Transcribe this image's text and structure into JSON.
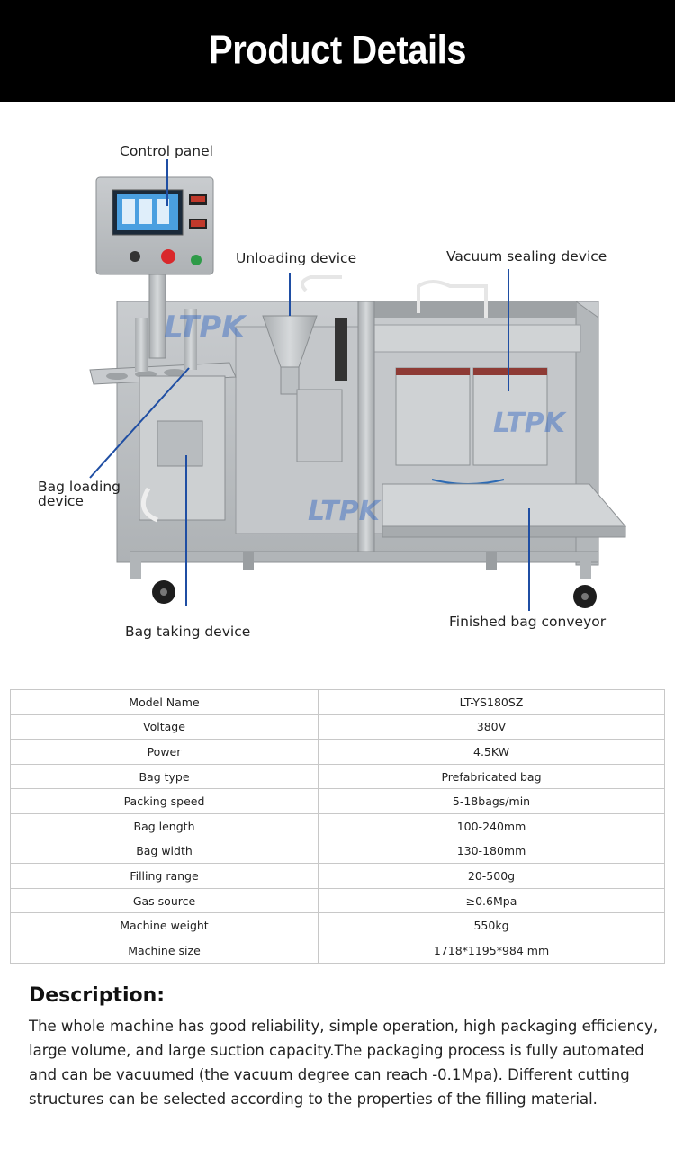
{
  "header": {
    "title": "Product Details"
  },
  "diagram": {
    "watermark": "LTPK",
    "labels": {
      "control_panel": "Control panel",
      "unloading_device": "Unloading device",
      "vacuum_sealing_device": "Vacuum sealing device",
      "bag_loading_device": "Bag loading\ndevice",
      "bag_taking_device": "Bag taking device",
      "finished_bag_conveyor": "Finished bag conveyor"
    },
    "colors": {
      "leader_line": "#1f4ea3",
      "steel": "#bfc3c6",
      "screen": "#4a9fe0",
      "estop": "#d9282b",
      "start": "#2e9b48"
    }
  },
  "specs": {
    "rows": [
      {
        "name": "Model Name",
        "value": "LT-YS180SZ"
      },
      {
        "name": "Voltage",
        "value": "380V"
      },
      {
        "name": "Power",
        "value": "4.5KW"
      },
      {
        "name": "Bag type",
        "value": "Prefabricated bag"
      },
      {
        "name": "Packing speed",
        "value": "5-18bags/min"
      },
      {
        "name": "Bag length",
        "value": "100-240mm"
      },
      {
        "name": "Bag width",
        "value": "130-180mm"
      },
      {
        "name": "Filling range",
        "value": "20-500g"
      },
      {
        "name": "Gas source",
        "value": "≥0.6Mpa"
      },
      {
        "name": "Machine weight",
        "value": "550kg"
      },
      {
        "name": "Machine size",
        "value": "1718*1195*984 mm"
      }
    ]
  },
  "description": {
    "heading": "Description:",
    "body": "The whole machine has good reliability, simple operation, high packaging efficiency, large volume, and large suction capacity.The packaging process is fully automated and can be vacuumed (the vacuum degree can reach -0.1Mpa). Different cutting structures can be selected according to the properties of the filling material."
  }
}
